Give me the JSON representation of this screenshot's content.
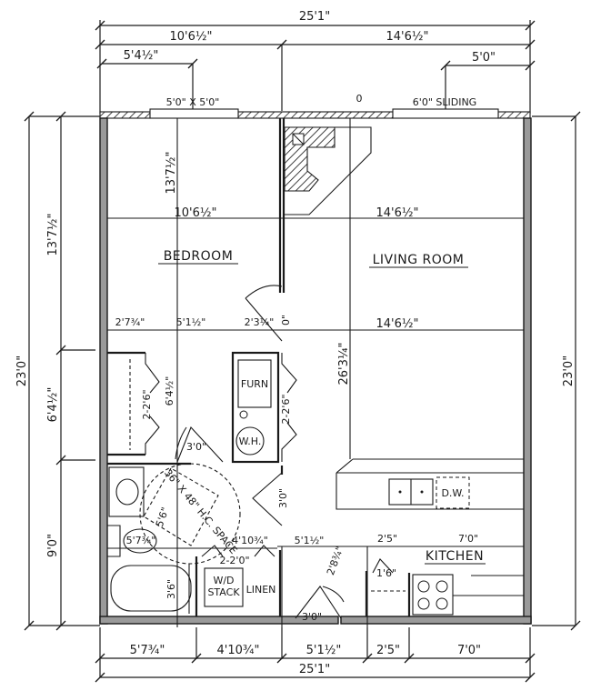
{
  "plan": {
    "colors": {
      "ink": "#1a1a1a",
      "wall_fill": "#9a9a9a",
      "background": "#ffffff"
    },
    "overall": {
      "width": "25'1\"",
      "depth": "23'0\""
    },
    "top_dimensions": {
      "overall": "25'1\"",
      "left_segment": "10'6½\"",
      "right_segment": "14'6½\"",
      "window_offset_left": "5'4½\"",
      "door_offset_right": "5'0\""
    },
    "openings": {
      "bedroom_window": "5'0\" X 5'0\"",
      "sliding_door": "6'0\" SLIDING",
      "top_marker": "0"
    },
    "left_dimensions": {
      "overall": "23'0\"",
      "upper": "13'7½\"",
      "middle": "6'4½\"",
      "lower": "9'0\""
    },
    "right_dimensions": {
      "overall": "23'0\""
    },
    "bottom_dimensions": {
      "segments": [
        "5'7¾\"",
        "4'10¾\"",
        "5'1½\"",
        "2'5\"",
        "7'0\""
      ],
      "overall": "25'1\""
    },
    "rooms": {
      "bedroom": {
        "label": "BEDROOM",
        "width": "10'6½\"",
        "depth": "13'7½\""
      },
      "living_room": {
        "label": "LIVING ROOM",
        "width_top": "14'6½\"",
        "width_bottom": "14'6½\"",
        "depth": "26'3¼\""
      },
      "kitchen": {
        "label": "KITCHEN",
        "seg_left": "2'5\"",
        "seg_right": "7'0\"",
        "pantry": "1'6\""
      }
    },
    "interior_dimensions": {
      "row1": [
        "2'7¾\"",
        "5'1½\"",
        "2'3¼\"",
        "0\""
      ],
      "closet_doors_left": "2-2'6\"",
      "closet_depth_left": "6'4½\"",
      "closet_doors_right": "2-2'6\"",
      "bath_door": "3'0\"",
      "hall_door": "3'0\"",
      "hc_space": "36\" X 48\" H.C. SPACE",
      "turning_circle": "5'6\"",
      "bath_width": "5'7¾\"",
      "hall_width": "4'10¾\"",
      "hall_width_right": "5'1½\"",
      "linen_doors": "2-2'0\"",
      "tub_length": "3'6\"",
      "entry_door": "3'0\"",
      "entry_offset": "2'8¾\""
    },
    "fixtures": {
      "furnace": "FURN",
      "water_heater": "W.H.",
      "dishwasher": "D.W.",
      "washer_dryer": [
        "W/D",
        "STACK"
      ],
      "linen": "LINEN"
    }
  }
}
